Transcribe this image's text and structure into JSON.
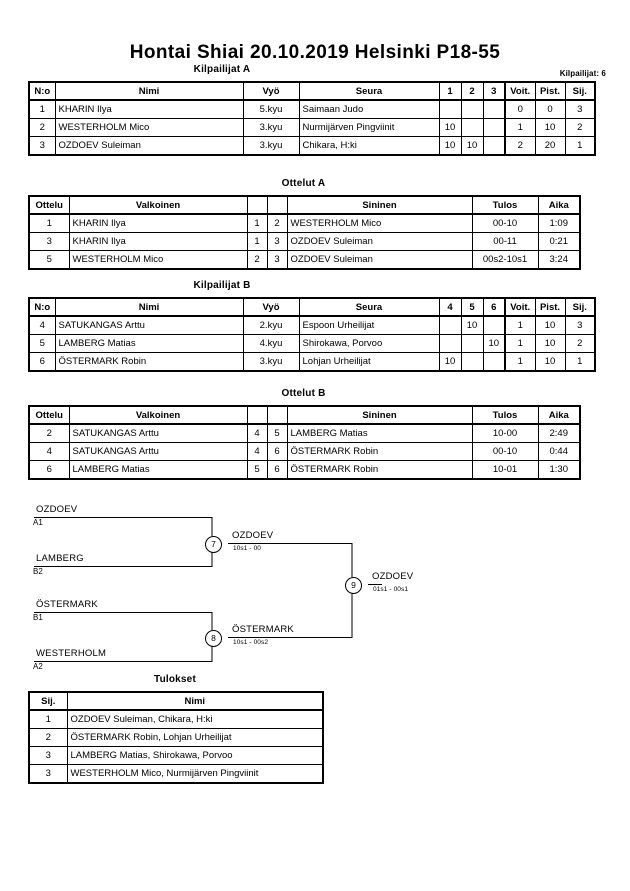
{
  "header": {
    "title": "Hontai Shiai  20.10.2019  Helsinki   P18-55",
    "entrants_label": "Kilpailijat: 6"
  },
  "pool_a": {
    "section_title": "Kilpailijat A",
    "columns": [
      "N:o",
      "Nimi",
      "Vyö",
      "Seura",
      "1",
      "2",
      "3",
      "Voit.",
      "Pist.",
      "Sij."
    ],
    "rows": [
      {
        "no": "1",
        "name": "KHARIN Ilya",
        "belt": "5.kyu",
        "club": "Saimaan Judo",
        "m1": "",
        "m2": "",
        "m3": "",
        "wins": "0",
        "points": "0",
        "rank": "3"
      },
      {
        "no": "2",
        "name": "WESTERHOLM Mico",
        "belt": "3.kyu",
        "club": "Nurmijärven Pingviinit",
        "m1": "10",
        "m2": "",
        "m3": "",
        "wins": "1",
        "points": "10",
        "rank": "2"
      },
      {
        "no": "3",
        "name": "OZDOEV Suleiman",
        "belt": "3.kyu",
        "club": "Chikara, H:ki",
        "m1": "10",
        "m2": "10",
        "m3": "",
        "wins": "2",
        "points": "20",
        "rank": "1"
      }
    ]
  },
  "matches_a": {
    "section_title": "Ottelut A",
    "columns": [
      "Ottelu",
      "Valkoinen",
      "",
      "",
      "Sininen",
      "Tulos",
      "Aika"
    ],
    "rows": [
      {
        "no": "1",
        "white": "KHARIN Ilya",
        "wn": "1",
        "bn": "2",
        "blue": "WESTERHOLM Mico",
        "result": "00-10",
        "time": "1:09"
      },
      {
        "no": "3",
        "white": "KHARIN Ilya",
        "wn": "1",
        "bn": "3",
        "blue": "OZDOEV Suleiman",
        "result": "00-11",
        "time": "0:21"
      },
      {
        "no": "5",
        "white": "WESTERHOLM Mico",
        "wn": "2",
        "bn": "3",
        "blue": "OZDOEV Suleiman",
        "result": "00s2-10s1",
        "time": "3:24"
      }
    ]
  },
  "pool_b": {
    "section_title": "Kilpailijat B",
    "columns": [
      "N:o",
      "Nimi",
      "Vyö",
      "Seura",
      "4",
      "5",
      "6",
      "Voit.",
      "Pist.",
      "Sij."
    ],
    "rows": [
      {
        "no": "4",
        "name": "SATUKANGAS Arttu",
        "belt": "2.kyu",
        "club": "Espoon Urheilijat",
        "m1": "",
        "m2": "10",
        "m3": "",
        "wins": "1",
        "points": "10",
        "rank": "3"
      },
      {
        "no": "5",
        "name": "LAMBERG Matias",
        "belt": "4.kyu",
        "club": "Shirokawa, Porvoo",
        "m1": "",
        "m2": "",
        "m3": "10",
        "wins": "1",
        "points": "10",
        "rank": "2"
      },
      {
        "no": "6",
        "name": "ÖSTERMARK Robin",
        "belt": "3.kyu",
        "club": "Lohjan Urheilijat",
        "m1": "10",
        "m2": "",
        "m3": "",
        "wins": "1",
        "points": "10",
        "rank": "1"
      }
    ]
  },
  "matches_b": {
    "section_title": "Ottelut B",
    "columns": [
      "Ottelu",
      "Valkoinen",
      "",
      "",
      "Sininen",
      "Tulos",
      "Aika"
    ],
    "rows": [
      {
        "no": "2",
        "white": "SATUKANGAS Arttu",
        "wn": "4",
        "bn": "5",
        "blue": "LAMBERG Matias",
        "result": "10-00",
        "time": "2:49"
      },
      {
        "no": "4",
        "white": "SATUKANGAS Arttu",
        "wn": "4",
        "bn": "6",
        "blue": "ÖSTERMARK Robin",
        "result": "00-10",
        "time": "0:44"
      },
      {
        "no": "6",
        "white": "LAMBERG Matias",
        "wn": "5",
        "bn": "6",
        "blue": "ÖSTERMARK Robin",
        "result": "10-01",
        "time": "1:30"
      }
    ]
  },
  "bracket": {
    "entries": [
      {
        "name": "OZDOEV",
        "seed": "A1"
      },
      {
        "name": "LAMBERG",
        "seed": "B2"
      },
      {
        "name": "ÖSTERMARK",
        "seed": "B1"
      },
      {
        "name": "WESTERHOLM",
        "seed": "A2"
      }
    ],
    "nodes": [
      {
        "no": "7",
        "winner": "OZDOEV",
        "score": "10s1 - 00"
      },
      {
        "no": "8",
        "winner": "ÖSTERMARK",
        "score": "10s1 - 00s2"
      },
      {
        "no": "9",
        "winner": "OZDOEV",
        "score": "01s1 - 00s1"
      }
    ]
  },
  "results": {
    "section_title": "Tulokset",
    "columns": [
      "Sij.",
      "Nimi"
    ],
    "rows": [
      {
        "rank": "1",
        "name": "OZDOEV Suleiman, Chikara, H:ki"
      },
      {
        "rank": "2",
        "name": "ÖSTERMARK Robin, Lohjan Urheilijat"
      },
      {
        "rank": "3",
        "name": "LAMBERG Matias, Shirokawa, Porvoo"
      },
      {
        "rank": "3",
        "name": "WESTERHOLM Mico, Nurmijärven Pingviinit"
      }
    ]
  }
}
